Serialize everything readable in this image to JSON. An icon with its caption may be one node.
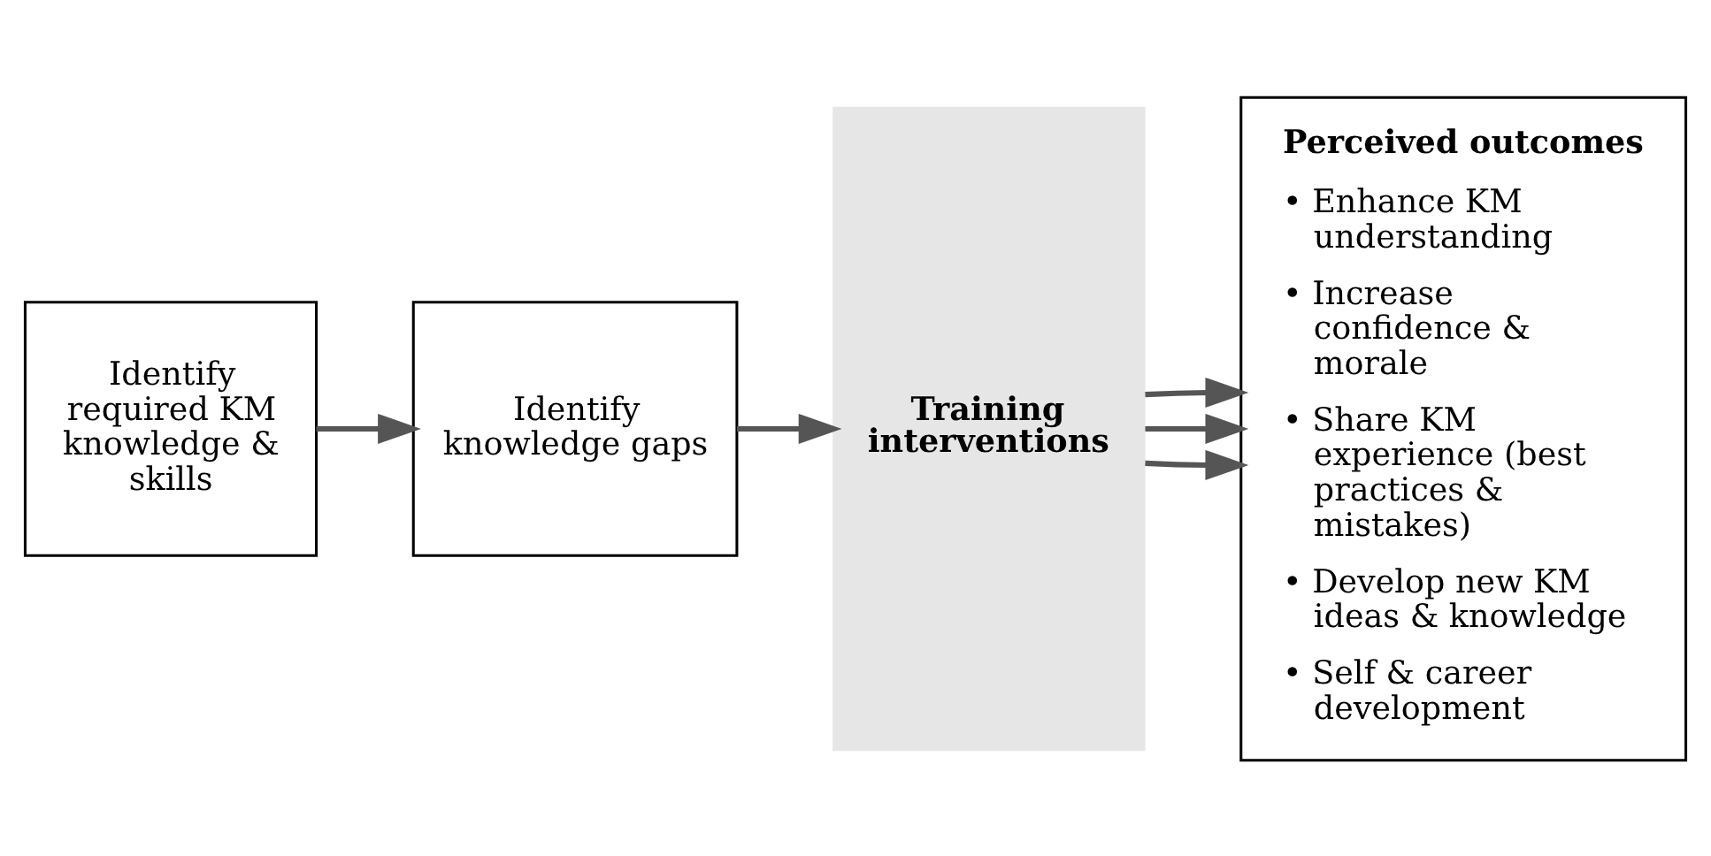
{
  "diagram": {
    "nodes": [
      {
        "text": [
          "Identify required KM knowledge & skills"
        ]
      },
      {
        "text": [
          "Identify knowledge gaps"
        ]
      },
      {
        "text": [
          "Training interventions"
        ]
      },
      {
        "text": [
          "Perceived outcomes",
          "• Enhance KM understanding",
          "• Increase confidence & morale",
          "• Share KM experience (best practices & mistakes)",
          "• Develop new KM ideas & knowledge",
          "• Self & career development"
        ]
      }
    ],
    "edges": [
      {
        "from": 0,
        "to": 1,
        "arrow": "to"
      },
      {
        "from": 1,
        "to": 2,
        "arrow": "to"
      },
      {
        "from": 2,
        "to": 3,
        "arrow": "to"
      },
      {
        "from": 2,
        "to": 3,
        "arrow": "to"
      },
      {
        "from": 2,
        "to": 3,
        "arrow": "to"
      }
    ]
  }
}
